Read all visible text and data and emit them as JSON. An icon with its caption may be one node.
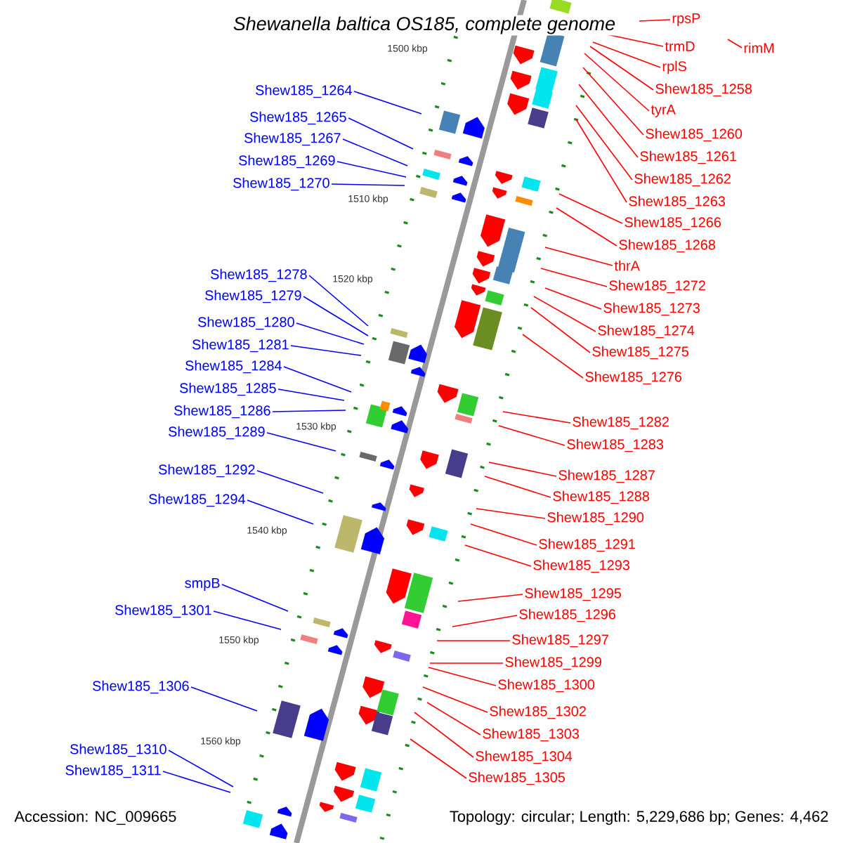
{
  "diagram": {
    "title": "Shewanella baltica OS185, complete genome",
    "nodes": [
      {
        "text": [
          "rpsP"
        ]
      },
      {
        "text": [
          "trmD"
        ]
      },
      {
        "text": [
          "rimM"
        ]
      },
      {
        "text": [
          "rplS"
        ]
      },
      {
        "text": [
          "Shew185_1258"
        ]
      },
      {
        "text": [
          "Shew185_1264"
        ]
      },
      {
        "text": [
          "tyrA"
        ]
      },
      {
        "text": [
          "Shew185_1265"
        ]
      },
      {
        "text": [
          "Shew185_1260"
        ]
      },
      {
        "text": [
          "Shew185_1267"
        ]
      },
      {
        "text": [
          "Shew185_1261"
        ]
      },
      {
        "text": [
          "Shew185_1269"
        ]
      },
      {
        "text": [
          "Shew185_1262"
        ]
      },
      {
        "text": [
          "Shew185_1270"
        ]
      },
      {
        "text": [
          "Shew185_1263"
        ]
      },
      {
        "text": [
          "Shew185_1266"
        ]
      },
      {
        "text": [
          "Shew185_1268"
        ]
      },
      {
        "text": [
          "thrA"
        ]
      },
      {
        "text": [
          "Shew185_1278"
        ]
      },
      {
        "text": [
          "Shew185_1272"
        ]
      },
      {
        "text": [
          "Shew185_1279"
        ]
      },
      {
        "text": [
          "Shew185_1273"
        ]
      },
      {
        "text": [
          "Shew185_1280"
        ]
      },
      {
        "text": [
          "Shew185_1274"
        ]
      },
      {
        "text": [
          "Shew185_1281"
        ]
      },
      {
        "text": [
          "Shew185_1275"
        ]
      },
      {
        "text": [
          "Shew185_1284"
        ]
      },
      {
        "text": [
          "Shew185_1276"
        ]
      },
      {
        "text": [
          "Shew185_1285"
        ]
      },
      {
        "text": [
          "Shew185_1286"
        ]
      },
      {
        "text": [
          "Shew185_1282"
        ]
      },
      {
        "text": [
          "Shew185_1289"
        ]
      },
      {
        "text": [
          "Shew185_1283"
        ]
      },
      {
        "text": [
          "Shew185_1292"
        ]
      },
      {
        "text": [
          "Shew185_1287"
        ]
      },
      {
        "text": [
          "Shew185_1288"
        ]
      },
      {
        "text": [
          "Shew185_1294"
        ]
      },
      {
        "text": [
          "Shew185_1290"
        ]
      },
      {
        "text": [
          "Shew185_1291"
        ]
      },
      {
        "text": [
          "Shew185_1293"
        ]
      },
      {
        "text": [
          "smpB"
        ]
      },
      {
        "text": [
          "Shew185_1295"
        ]
      },
      {
        "text": [
          "Shew185_1301"
        ]
      },
      {
        "text": [
          "Shew185_1296"
        ]
      },
      {
        "text": [
          "Shew185_1297"
        ]
      },
      {
        "text": [
          "Shew185_1299"
        ]
      },
      {
        "text": [
          "Shew185_1300"
        ]
      },
      {
        "text": [
          "Shew185_1306"
        ]
      },
      {
        "text": [
          "Shew185_1302"
        ]
      },
      {
        "text": [
          "Shew185_1303"
        ]
      },
      {
        "text": [
          "Shew185_1310"
        ]
      },
      {
        "text": [
          "Shew185_1304"
        ]
      },
      {
        "text": [
          "Shew185_1311"
        ]
      },
      {
        "text": [
          "Shew185_1305"
        ]
      }
    ],
    "edges": [
      {
        "from": 0,
        "to": null,
        "arrow": "none"
      },
      {
        "from": 1,
        "to": null,
        "arrow": "none"
      },
      {
        "from": 2,
        "to": null,
        "arrow": "none"
      },
      {
        "from": 3,
        "to": null,
        "arrow": "none"
      },
      {
        "from": 4,
        "to": null,
        "arrow": "none"
      },
      {
        "from": 5,
        "to": null,
        "arrow": "none",
        "color": "#0000ff"
      },
      {
        "from": 6,
        "to": null,
        "arrow": "none"
      },
      {
        "from": 7,
        "to": null,
        "arrow": "none",
        "color": "#0000ff"
      },
      {
        "from": 8,
        "to": null,
        "arrow": "none"
      },
      {
        "from": 9,
        "to": null,
        "arrow": "none",
        "color": "#0000ff"
      },
      {
        "from": 10,
        "to": null,
        "arrow": "none"
      },
      {
        "from": 11,
        "to": null,
        "arrow": "none",
        "color": "#0000ff"
      },
      {
        "from": 12,
        "to": null,
        "arrow": "none"
      },
      {
        "from": 13,
        "to": null,
        "arrow": "none",
        "color": "#0000ff"
      },
      {
        "from": 14,
        "to": null,
        "arrow": "none"
      },
      {
        "from": 15,
        "to": null,
        "arrow": "none"
      },
      {
        "from": 16,
        "to": null,
        "arrow": "none"
      },
      {
        "from": 17,
        "to": null,
        "arrow": "none"
      },
      {
        "from": 18,
        "to": null,
        "arrow": "none",
        "color": "#0000ff"
      },
      {
        "from": 19,
        "to": null,
        "arrow": "none"
      },
      {
        "from": 20,
        "to": null,
        "arrow": "none",
        "color": "#0000ff"
      },
      {
        "from": 21,
        "to": null,
        "arrow": "none"
      },
      {
        "from": 22,
        "to": null,
        "arrow": "none",
        "color": "#0000ff"
      },
      {
        "from": 23,
        "to": null,
        "arrow": "none"
      },
      {
        "from": 24,
        "to": null,
        "arrow": "none",
        "color": "#0000ff"
      },
      {
        "from": 25,
        "to": null,
        "arrow": "none"
      },
      {
        "from": 26,
        "to": null,
        "arrow": "none",
        "color": "#0000ff"
      },
      {
        "from": 27,
        "to": null,
        "arrow": "none"
      },
      {
        "from": 28,
        "to": null,
        "arrow": "none",
        "color": "#0000ff"
      },
      {
        "from": 29,
        "to": null,
        "arrow": "none",
        "color": "#0000ff"
      },
      {
        "from": 30,
        "to": null,
        "arrow": "none"
      },
      {
        "from": 31,
        "to": null,
        "arrow": "none",
        "color": "#0000ff"
      },
      {
        "from": 32,
        "to": null,
        "arrow": "none"
      },
      {
        "from": 33,
        "to": null,
        "arrow": "none",
        "color": "#0000ff"
      },
      {
        "from": 34,
        "to": null,
        "arrow": "none"
      },
      {
        "from": 35,
        "to": null,
        "arrow": "none"
      },
      {
        "from": 36,
        "to": null,
        "arrow": "none",
        "color": "#0000ff"
      },
      {
        "from": 37,
        "to": null,
        "arrow": "none"
      },
      {
        "from": 38,
        "to": null,
        "arrow": "none"
      },
      {
        "from": 39,
        "to": null,
        "arrow": "none"
      },
      {
        "from": 40,
        "to": null,
        "arrow": "none",
        "color": "#0000ff"
      },
      {
        "from": 41,
        "to": null,
        "arrow": "none"
      },
      {
        "from": 42,
        "to": null,
        "arrow": "none",
        "color": "#0000ff"
      },
      {
        "from": 43,
        "to": null,
        "arrow": "none"
      },
      {
        "from": 44,
        "to": null,
        "arrow": "none"
      },
      {
        "from": 45,
        "to": null,
        "arrow": "none"
      },
      {
        "from": 46,
        "to": null,
        "arrow": "none"
      },
      {
        "from": 47,
        "to": null,
        "arrow": "none",
        "color": "#0000ff"
      },
      {
        "from": 48,
        "to": null,
        "arrow": "none"
      },
      {
        "from": 49,
        "to": null,
        "arrow": "none"
      },
      {
        "from": 50,
        "to": null,
        "arrow": "none",
        "color": "#0000ff"
      },
      {
        "from": 51,
        "to": null,
        "arrow": "none"
      },
      {
        "from": 52,
        "to": null,
        "arrow": "none",
        "color": "#0000ff"
      },
      {
        "from": 53,
        "to": null,
        "arrow": "none"
      }
    ],
    "labels": [
      "1500 kbp",
      "1510 kbp",
      "1520 kbp",
      "1530 kbp",
      "1540 kbp",
      "1550 kbp",
      "1560 kbp",
      "Accession: NC_009665",
      "Topology: circular; Length: 5,229,686 bp; Genes: 4,462"
    ]
  }
}
